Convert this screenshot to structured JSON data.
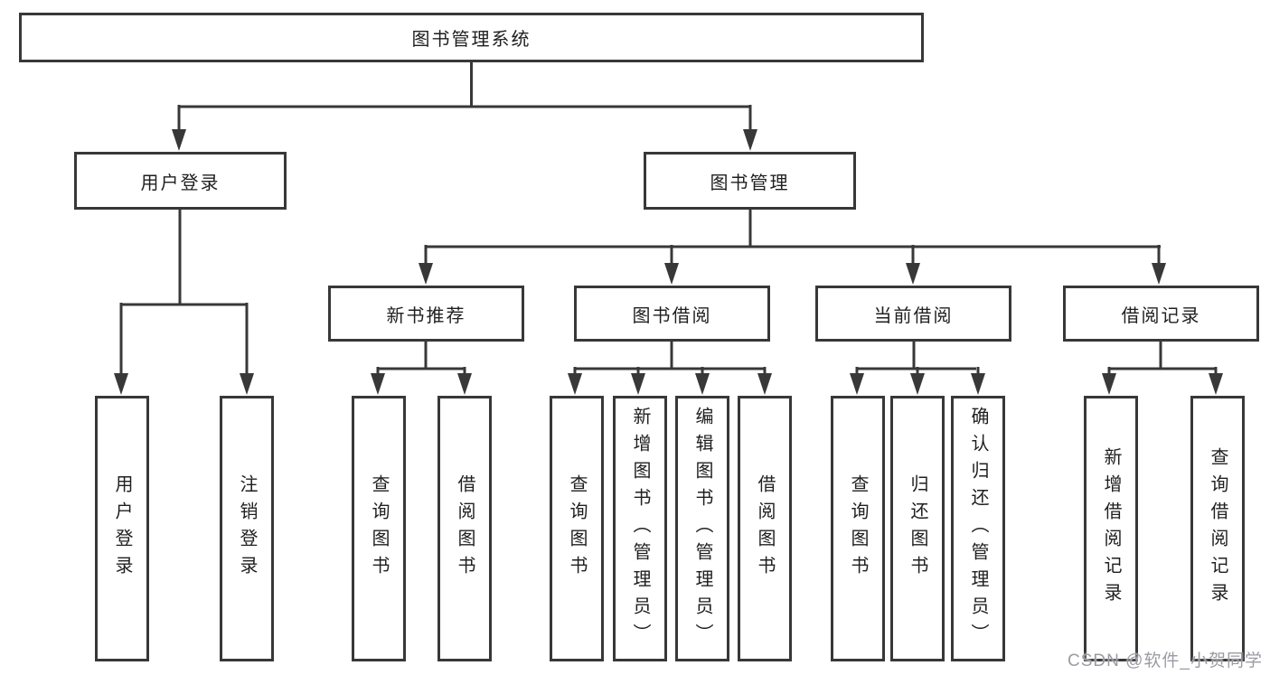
{
  "tree": {
    "root": "图书管理系统",
    "children": [
      {
        "label": "用户登录",
        "children": [
          {
            "label": "用户登录"
          },
          {
            "label": "注销登录"
          }
        ]
      },
      {
        "label": "图书管理",
        "children": [
          {
            "label": "新书推荐",
            "children": [
              {
                "label": "查询图书"
              },
              {
                "label": "借阅图书"
              }
            ]
          },
          {
            "label": "图书借阅",
            "children": [
              {
                "label": "查询图书"
              },
              {
                "label": "新增图书（管理员）"
              },
              {
                "label": "编辑图书（管理员）"
              },
              {
                "label": "借阅图书"
              }
            ]
          },
          {
            "label": "当前借阅",
            "children": [
              {
                "label": "查询图书"
              },
              {
                "label": "归还图书"
              },
              {
                "label": "确认归还（管理员）"
              }
            ]
          },
          {
            "label": "借阅记录",
            "children": [
              {
                "label": "新增借阅记录"
              },
              {
                "label": "查询借阅记录"
              }
            ]
          }
        ]
      }
    ]
  },
  "watermark": {
    "text": "CSDN @软件_小贺同学"
  },
  "colors": {
    "line": "#383838",
    "box_border": "#383838",
    "text": "#1f1f1f",
    "watermark": "#9b9ba3",
    "background": "#ffffff"
  }
}
